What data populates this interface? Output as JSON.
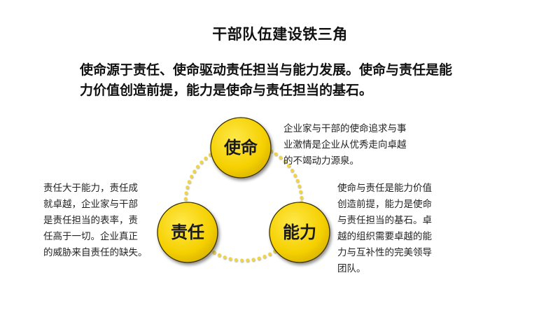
{
  "title": "干部队伍建设铁三角",
  "subtitle": {
    "lines": [
      "使命源于责任、使命驱动责任担当与能力发展。使命与责任是能",
      "力价值创造前提，能力是使命与责任担当的基石。"
    ]
  },
  "colors": {
    "circle_fill": "#f5d000",
    "circle_fill_light": "#ffe84a",
    "circle_stroke": "#3a3000",
    "dots": "#efd44a",
    "text": "#111111"
  },
  "nodes": [
    {
      "id": "mission",
      "label": "使命",
      "description": [
        "企业家与干部的使命追求与事",
        "业激情是企业从优秀走向卓越",
        "的不竭动力源泉。"
      ]
    },
    {
      "id": "responsibility",
      "label": "责任",
      "description": [
        "责任大于能力，责任成",
        "就卓越，企业家与干部",
        "是责任担当的表率，责",
        "任高于一切。企业真正",
        "的威胁来自责任的缺失。"
      ]
    },
    {
      "id": "capability",
      "label": "能力",
      "description": [
        "使命与责任是能力价值",
        "创造前提，能力是使命",
        "与责任担当的基石。卓",
        "越的组织需要卓越的能",
        "力与互补性的完美领导",
        "团队。"
      ]
    }
  ]
}
